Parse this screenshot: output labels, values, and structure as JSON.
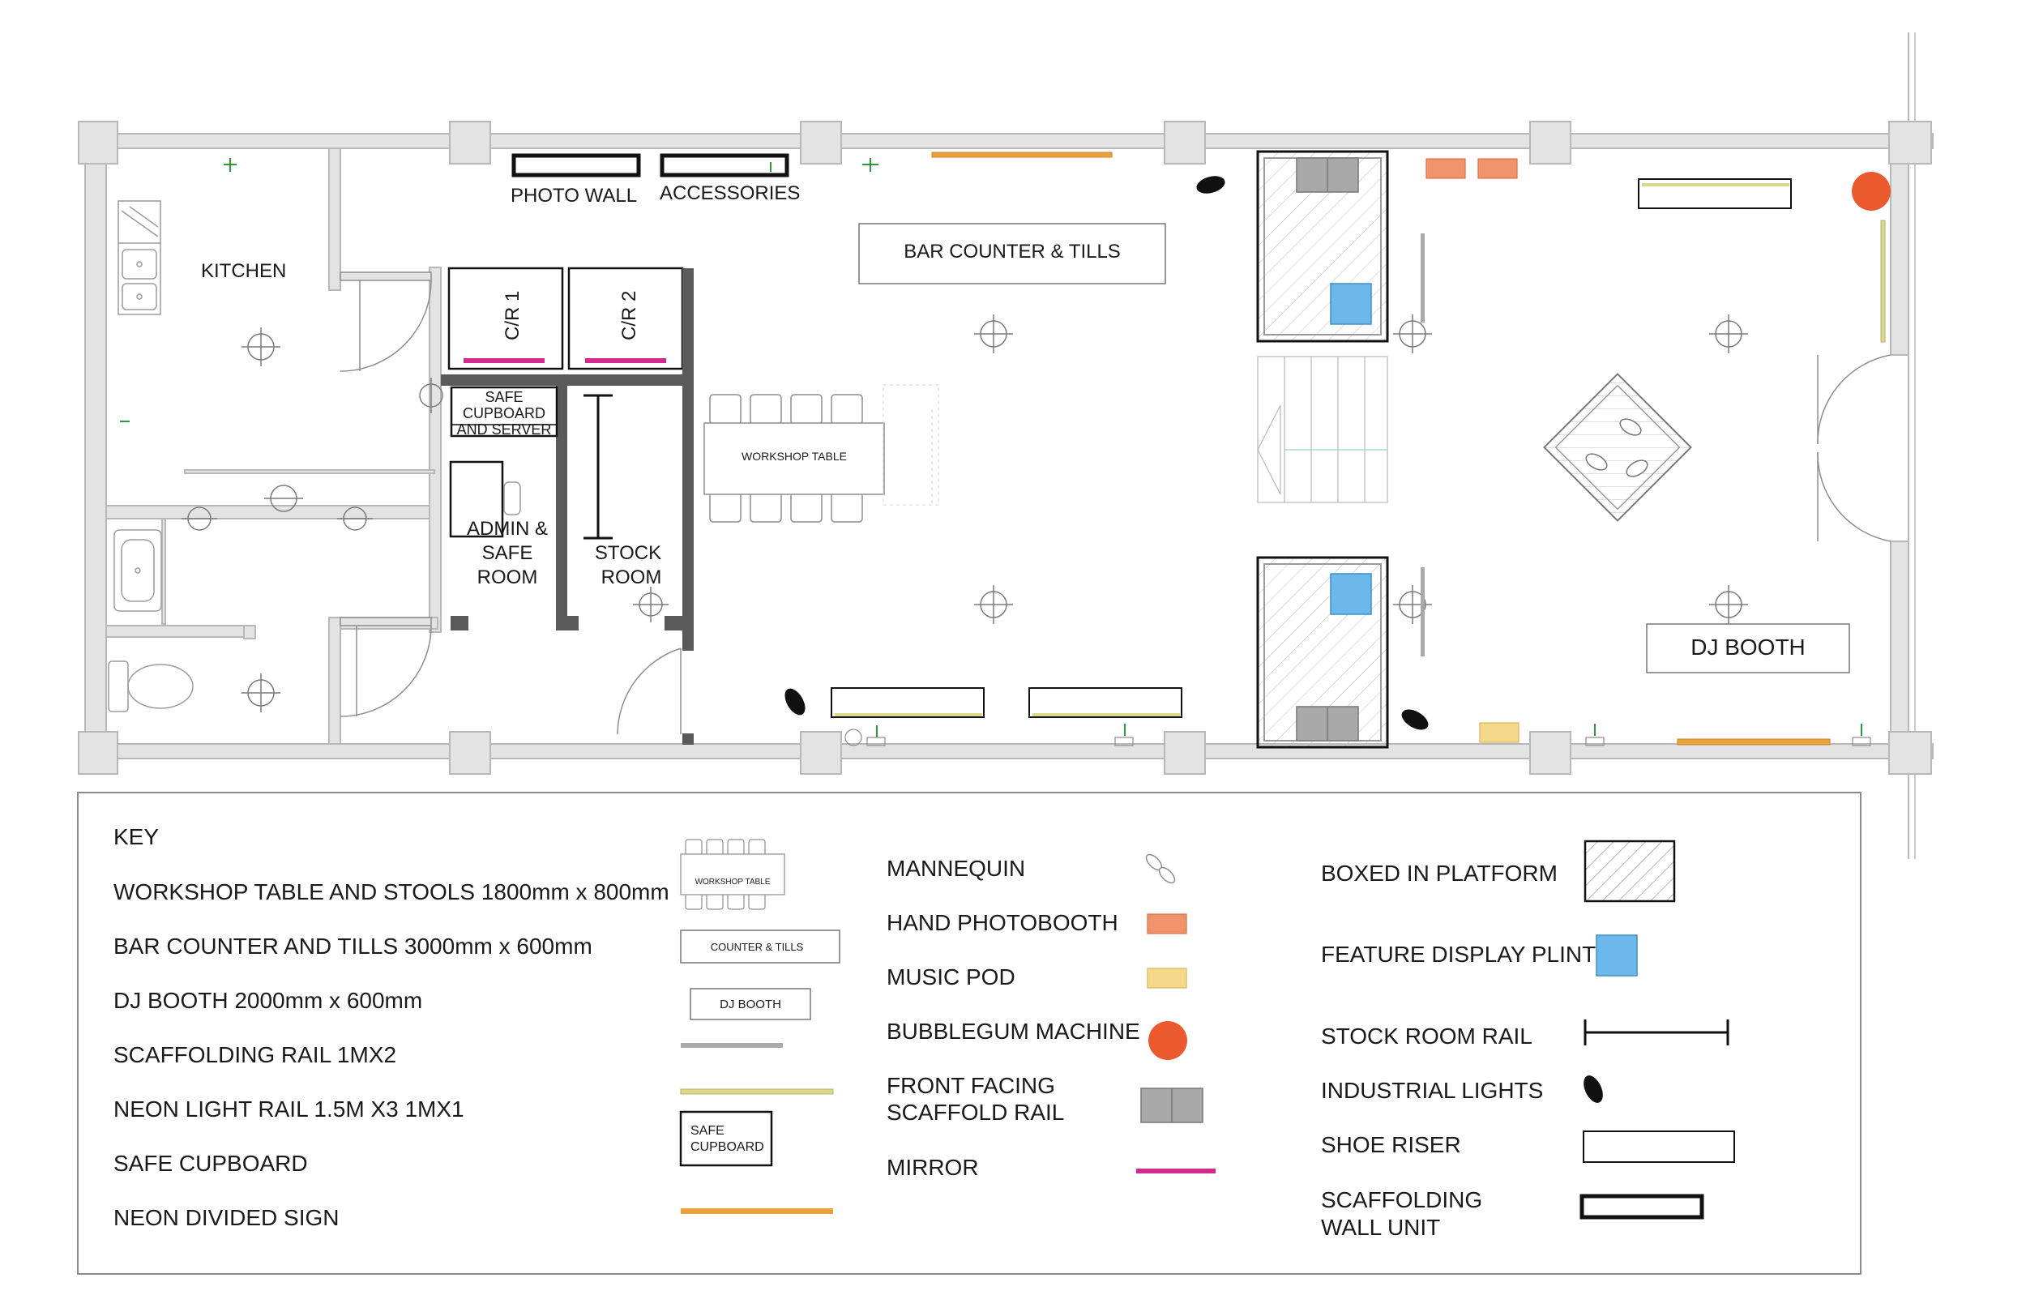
{
  "floorplan": {
    "rooms": {
      "photo_wall": "PHOTO WALL",
      "accessories": "ACCESSORIES",
      "kitchen": "KITCHEN",
      "bar_counter": "BAR COUNTER & TILLS",
      "cr1": "C/R 1",
      "cr2": "C/R 2",
      "safe_cupboard": [
        "SAFE",
        "CUPBOARD",
        "AND SERVER"
      ],
      "admin_room": [
        "ADMIN &",
        "SAFE",
        "ROOM"
      ],
      "stock_room": [
        "STOCK",
        "ROOM"
      ],
      "workshop_table": "WORKSHOP TABLE",
      "dj_booth": "DJ BOOTH"
    }
  },
  "key": {
    "title": "KEY",
    "left": [
      "WORKSHOP TABLE AND STOOLS 1800mm x 800mm",
      "BAR COUNTER AND TILLS 3000mm x 600mm",
      "DJ BOOTH 2000mm x 600mm",
      "SCAFFOLDING RAIL 1MX2",
      "NEON LIGHT RAIL 1.5M X3 1MX1",
      "SAFE CUPBOARD",
      "NEON DIVIDED SIGN"
    ],
    "left_symbols": {
      "workshop": "WORKSHOP TABLE",
      "counter": "COUNTER & TILLS",
      "dj": "DJ BOOTH",
      "safe": [
        "SAFE",
        "CUPBOARD"
      ]
    },
    "middle": [
      "MANNEQUIN",
      "HAND PHOTOBOOTH",
      "MUSIC POD",
      "BUBBLEGUM MACHINE",
      "FRONT FACING",
      "SCAFFOLD RAIL",
      "MIRROR"
    ],
    "right": [
      "BOXED IN PLATFORM",
      "FEATURE DISPLAY PLINTH",
      "STOCK ROOM RAIL",
      "INDUSTRIAL LIGHTS",
      "SHOE RISER",
      "SCAFFOLDING",
      "WALL UNIT"
    ]
  },
  "colors": {
    "wall": "#e3e3e3",
    "wall_stroke": "#b8b8b8",
    "dark_wall": "#5a5a5a",
    "neon_sign": "#e8a13c",
    "neon_rail": "#dad98a",
    "mirror": "#d42a8f",
    "plinth": "#6ab9ea",
    "photobooth": "#f0936a",
    "music_pod": "#f4d98a",
    "bubblegum": "#ea5a2e",
    "scaffold": "#a9a9a9"
  }
}
